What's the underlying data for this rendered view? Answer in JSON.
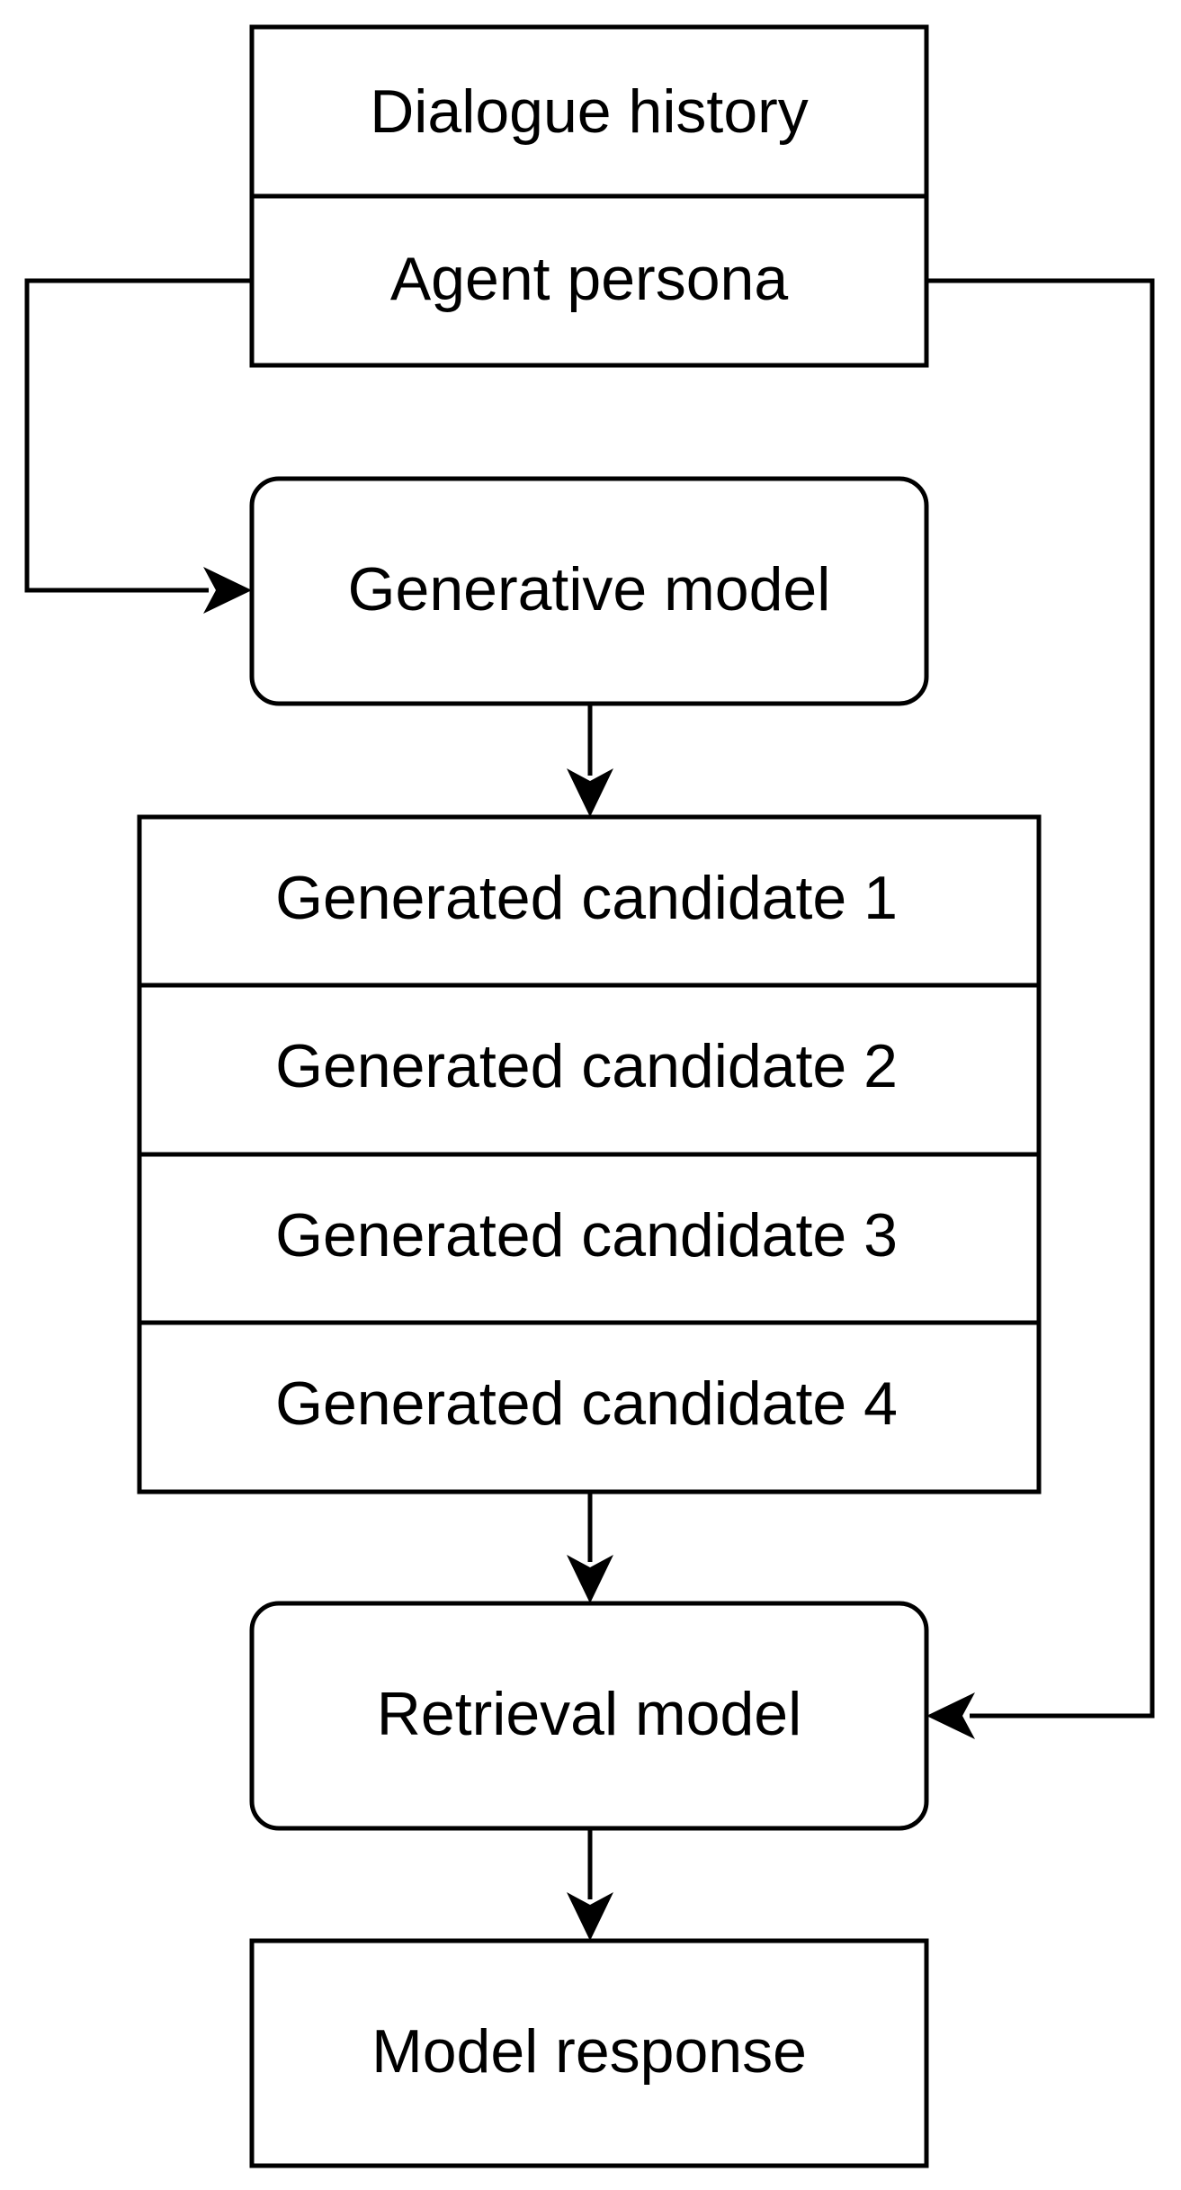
{
  "diagram": {
    "input_stack": {
      "dialogue_history": "Dialogue history",
      "agent_persona": "Agent persona"
    },
    "generative_model": "Generative model",
    "candidates": [
      "Generated candidate 1",
      "Generated candidate 2",
      "Generated candidate 3",
      "Generated candidate 4"
    ],
    "retrieval_model": "Retrieval model",
    "model_response": "Model response"
  }
}
